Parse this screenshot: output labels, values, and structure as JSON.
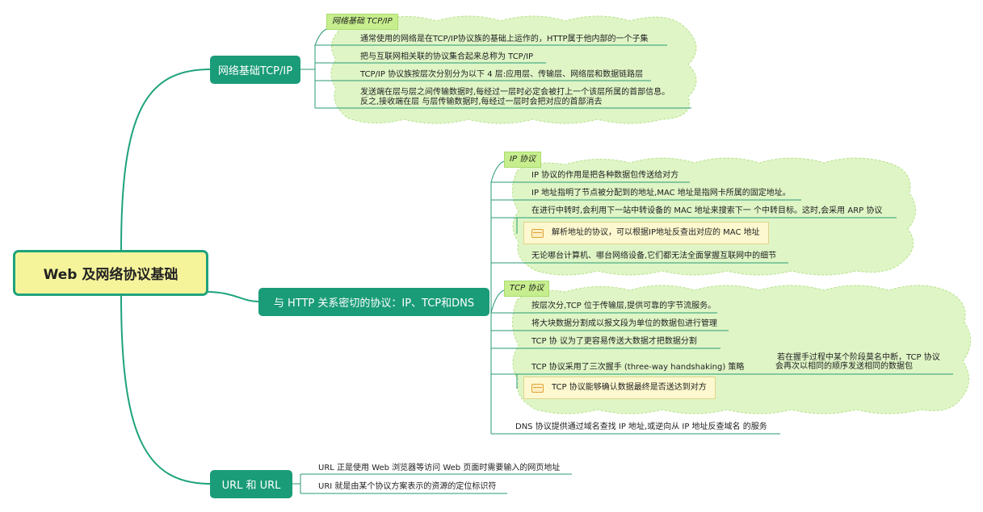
{
  "root": {
    "label": "Web 及网络协议基础"
  },
  "branches": {
    "tcpip": {
      "label": "网络基础TCP/IP",
      "group_tag": "网络基础 TCP/IP",
      "items": [
        "通常使用的网络是在TCP/IP协议族的基础上运作的，HTTP属于他内部的一个子集",
        "把与互联网相关联的协议集合起来总称为 TCP/IP",
        "TCP/IP 协议族按层次分别分为以下 4 层:应用层、传输层、网络层和数据链路层",
        "发送端在层与层之间传输数据时,每经过一层时必定会被打上一个该层所属的首部信息。",
        "反之,接收端在层 与层传输数据时,每经过一层时会把对应的首部消去"
      ]
    },
    "http": {
      "label": "与 HTTP 关系密切的协议：IP、TCP和DNS",
      "ip": {
        "tag": "IP 协议",
        "items": [
          "IP 协议的作用是把各种数据包传送给对方",
          "IP 地址指明了节点被分配到的地址,MAC 地址是指网卡所属的固定地址。",
          "在进行中转时,会利用下一站中转设备的 MAC 地址来搜索下一 个中转目标。这时,会采用 ARP 协议",
          "无论哪台计算机、哪台网络设备,它们都无法全面掌握互联网中的细节"
        ],
        "note": "解析地址的协议，可以根据IP地址反查出对应的 MAC 地址"
      },
      "tcp": {
        "tag": "TCP 协议",
        "items": [
          "按层次分,TCP 位于传输层,提供可靠的字节流服务。",
          "将大块数据分割成以报文段为单位的数据包进行管理",
          "TCP 协 议为了更容易传送大数据才把数据分割",
          "TCP 协议采用了三次握手 (three-way handshaking) 策略"
        ],
        "handshake_note": [
          "若在握手过程中某个阶段莫名中断，TCP 协议",
          "会再次以相同的顺序发送相同的数据包"
        ],
        "note": "TCP 协议能够确认数据最终是否送达到对方"
      },
      "dns": "DNS 协议提供通过域名查找 IP 地址,或逆向从 IP 地址反查域名 的服务"
    },
    "url": {
      "label": "URL 和 URL",
      "items": [
        "URL 正是使用 Web 浏览器等访问 Web 页面时需要输入的网页地址",
        "URI 就是由某个协议方案表示的资源的定位标识符"
      ]
    }
  },
  "colors": {
    "branch": "#1a9c78",
    "wire": "#1ea37c",
    "cloud_fill": "#dff5c6",
    "cloud_stroke": "#b6e28a",
    "root_fill": "#f6f49b"
  }
}
